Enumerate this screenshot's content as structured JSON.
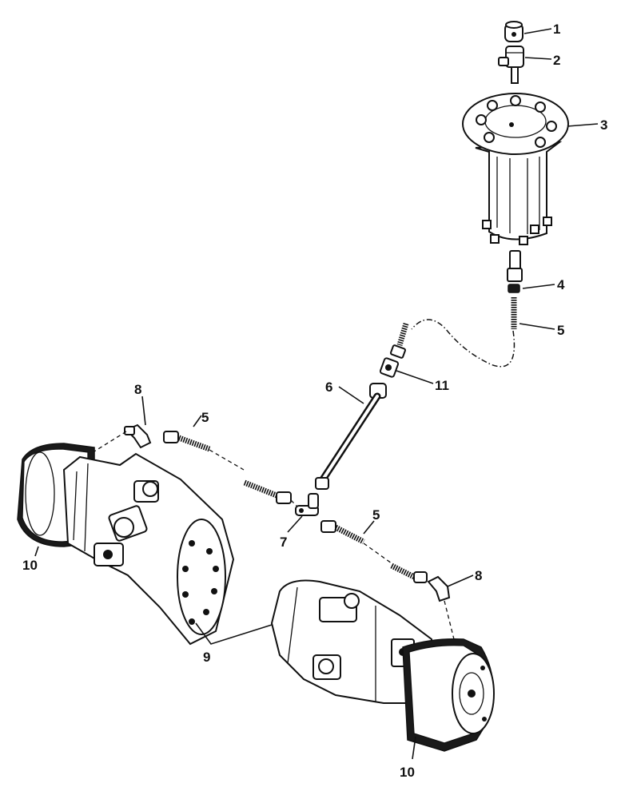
{
  "callouts": [
    {
      "id": "1",
      "label": "1"
    },
    {
      "id": "2",
      "label": "2"
    },
    {
      "id": "3",
      "label": "3"
    },
    {
      "id": "4",
      "label": "4"
    },
    {
      "id": "5a",
      "label": "5"
    },
    {
      "id": "11",
      "label": "11"
    },
    {
      "id": "6",
      "label": "6"
    },
    {
      "id": "8a",
      "label": "8"
    },
    {
      "id": "5b",
      "label": "5"
    },
    {
      "id": "5c",
      "label": "5"
    },
    {
      "id": "7",
      "label": "7"
    },
    {
      "id": "8b",
      "label": "8"
    },
    {
      "id": "10a",
      "label": "10"
    },
    {
      "id": "9",
      "label": "9"
    },
    {
      "id": "10b",
      "label": "10"
    }
  ]
}
